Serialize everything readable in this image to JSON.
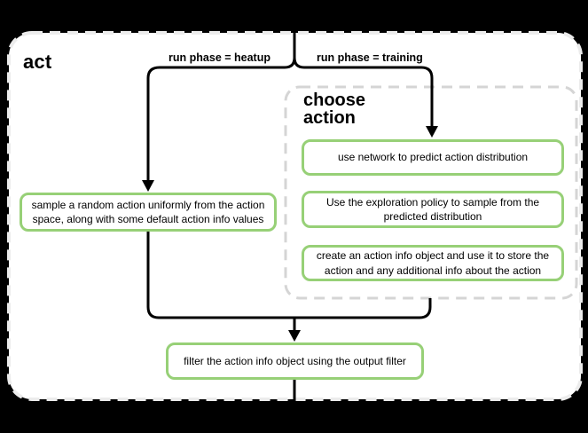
{
  "diagram": {
    "title": "act",
    "branches": [
      {
        "id": "heatup",
        "label": "run phase = heatup"
      },
      {
        "id": "training",
        "label": "run phase = training"
      }
    ],
    "group": {
      "title": "choose action",
      "nodes": [
        {
          "id": "use-network",
          "label": "use network to predict action distribution"
        },
        {
          "id": "exploration-policy",
          "label": "Use the exploration policy to sample from the predicted distribution"
        },
        {
          "id": "create-action-info",
          "label": "create an action info object and use it to store the action and any additional info about the action"
        }
      ]
    },
    "nodes": [
      {
        "id": "sample-random-action",
        "label": "sample a random action uniformly from the action space, along with some default action info values"
      },
      {
        "id": "filter-output",
        "label": "filter the action info object using the output filter"
      }
    ],
    "colors": {
      "background": "#000000",
      "canvas_fill": "#ffffff",
      "canvas_border": "#ececec",
      "group_border": "#d5d5d5",
      "node_border": "#97d077",
      "connector": "#000000",
      "text": "#000000"
    }
  }
}
